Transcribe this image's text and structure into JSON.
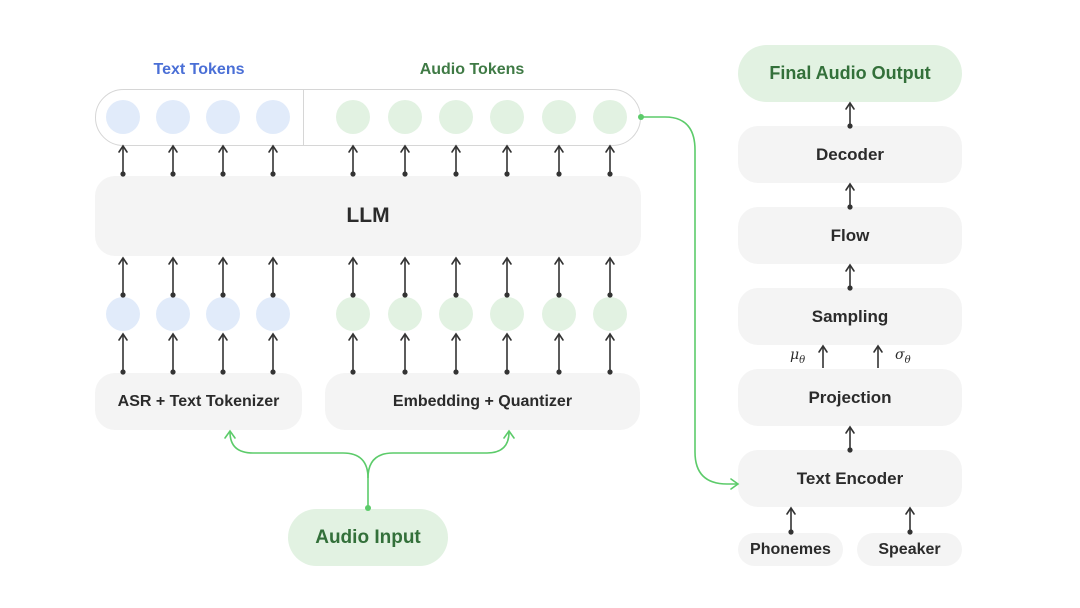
{
  "left": {
    "text_tokens_label": "Text Tokens",
    "audio_tokens_label": "Audio Tokens",
    "llm_label": "LLM",
    "asr_label": "ASR + Text Tokenizer",
    "embedding_label": "Embedding + Quantizer",
    "audio_input_label": "Audio Input",
    "text_token_count": 4,
    "audio_token_count": 6
  },
  "right": {
    "final_output_label": "Final Audio Output",
    "decoder_label": "Decoder",
    "flow_label": "Flow",
    "sampling_label": "Sampling",
    "projection_label": "Projection",
    "text_encoder_label": "Text Encoder",
    "phonemes_label": "Phonemes",
    "speaker_label": "Speaker",
    "mu_symbol": "μ",
    "mu_subscript": "θ",
    "sigma_symbol": "σ",
    "sigma_subscript": "θ"
  },
  "colors": {
    "text_token_color": "#4a6fd6",
    "audio_token_color": "#3f7a45",
    "connector_green": "#5ccb6a",
    "arrow_dark": "#333333"
  }
}
